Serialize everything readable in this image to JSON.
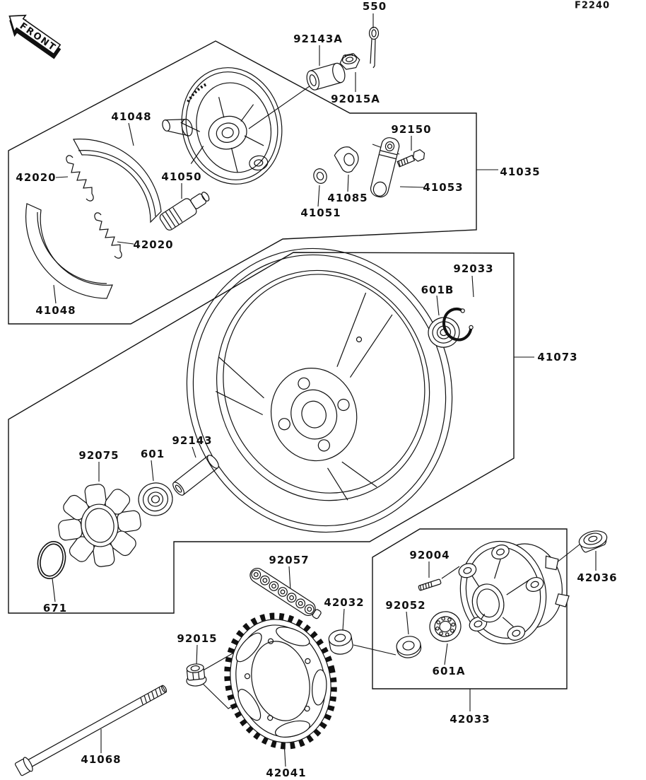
{
  "diagram": {
    "code": "F2240",
    "front_label": "FRONT"
  },
  "parts": [
    {
      "id": "550",
      "label": "550"
    },
    {
      "id": "92143A",
      "label": "92143A"
    },
    {
      "id": "92015A",
      "label": "92015A"
    },
    {
      "id": "92150",
      "label": "92150"
    },
    {
      "id": "41035",
      "label": "41035"
    },
    {
      "id": "41048-top",
      "label": "41048"
    },
    {
      "id": "42020-top",
      "label": "42020"
    },
    {
      "id": "41050",
      "label": "41050"
    },
    {
      "id": "42020-bottom",
      "label": "42020"
    },
    {
      "id": "41048-bottom",
      "label": "41048"
    },
    {
      "id": "41051",
      "label": "41051"
    },
    {
      "id": "41085",
      "label": "41085"
    },
    {
      "id": "41053",
      "label": "41053"
    },
    {
      "id": "92033",
      "label": "92033"
    },
    {
      "id": "601B",
      "label": "601B"
    },
    {
      "id": "41073",
      "label": "41073"
    },
    {
      "id": "92143",
      "label": "92143"
    },
    {
      "id": "92075",
      "label": "92075"
    },
    {
      "id": "601",
      "label": "601"
    },
    {
      "id": "671",
      "label": "671"
    },
    {
      "id": "92057",
      "label": "92057"
    },
    {
      "id": "92004",
      "label": "92004"
    },
    {
      "id": "42036",
      "label": "42036"
    },
    {
      "id": "42032",
      "label": "42032"
    },
    {
      "id": "92052",
      "label": "92052"
    },
    {
      "id": "601A",
      "label": "601A"
    },
    {
      "id": "42033",
      "label": "42033"
    },
    {
      "id": "92015",
      "label": "92015"
    },
    {
      "id": "42041",
      "label": "42041"
    },
    {
      "id": "41068",
      "label": "41068"
    }
  ]
}
